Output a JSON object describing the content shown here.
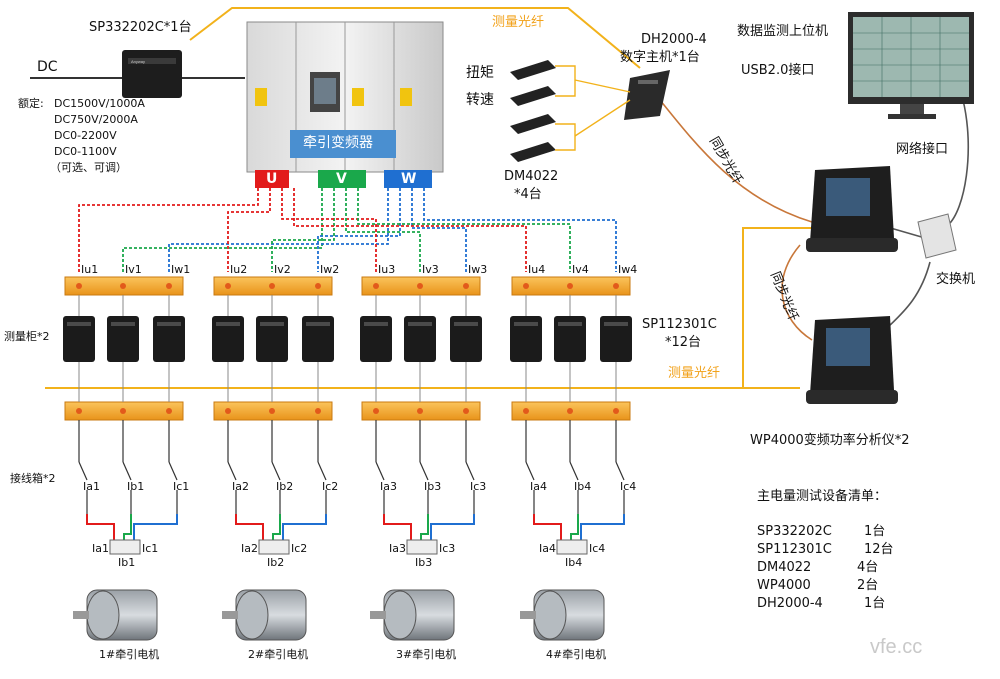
{
  "top": {
    "sensor_label": "SP332202C*1台",
    "dc_label": "DC",
    "fiber_top": "测量光纤",
    "dh_line1": "DH2000-4",
    "dh_line2": "数字主机*1台",
    "pc_label": "数据监测上位机",
    "usb_label": "USB2.0接口",
    "net_label": "网络接口",
    "torque": "扭矩",
    "speed": "转速",
    "dm_line1": "DM4022",
    "dm_line2": "*4台",
    "sync1": "同步光纤",
    "sync2": "同步光纤",
    "switch_label": "交换机",
    "wp_label": "WP4000变频功率分析仪*2",
    "fiber_mid": "测量光纤"
  },
  "ratings": [
    "额定:",
    "DC1500V/1000A",
    "DC750V/2000A",
    "DC0-2200V",
    "DC0-1100V",
    "（可选、可调）"
  ],
  "inverter": {
    "title": "牵引变频器",
    "u": "U",
    "v": "V",
    "w": "W"
  },
  "left_labels": {
    "cabinet": "测量柜*2",
    "junction": "接线箱*2"
  },
  "sp_right": {
    "line1": "SP112301C",
    "line2": "*12台"
  },
  "groups": [
    {
      "iu": "Iu1",
      "iv": "Iv1",
      "iw": "Iw1",
      "ia": "Ia1",
      "ib": "Ib1",
      "ic": "Ic1",
      "motor": "1#牵引电机"
    },
    {
      "iu": "Iu2",
      "iv": "Iv2",
      "iw": "Iw2",
      "ia": "Ia2",
      "ib": "Ib2",
      "ic": "Ic2",
      "motor": "2#牵引电机"
    },
    {
      "iu": "Iu3",
      "iv": "Iv3",
      "iw": "Iw3",
      "ia": "Ia3",
      "ib": "Ib3",
      "ic": "Ic3",
      "motor": "3#牵引电机"
    },
    {
      "iu": "Iu4",
      "iv": "Iv4",
      "iw": "Iw4",
      "ia": "Ia4",
      "ib": "Ib4",
      "ic": "Ic4",
      "motor": "4#牵引电机"
    }
  ],
  "equipment": {
    "title": "主电量测试设备清单：",
    "items": [
      {
        "name": "SP332202C",
        "qty": "1台"
      },
      {
        "name": "SP112301C",
        "qty": "12台"
      },
      {
        "name": "DM4022",
        "qty": "4台"
      },
      {
        "name": "WP4000",
        "qty": "2台"
      },
      {
        "name": "DH2000-4",
        "qty": "1台"
      }
    ]
  },
  "watermark": "vfe.cc",
  "colors": {
    "red": "#e21b1b",
    "green": "#1aa84b",
    "blue": "#1f6fd1",
    "fiber": "#f2b21b",
    "bar": "#f4a623",
    "inverter_panel": "#4a8fd0"
  }
}
